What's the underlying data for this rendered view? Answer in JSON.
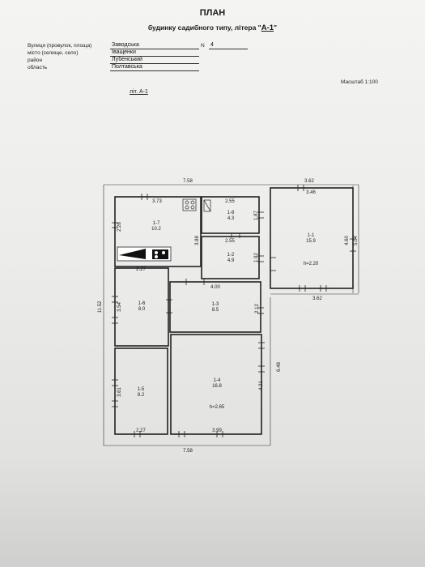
{
  "header": {
    "title": "ПЛАН",
    "subtitle_prefix": "будинку садибного типу, літера \"",
    "subtitle_letter": "А-1",
    "subtitle_suffix": "\""
  },
  "fields": {
    "street_label": "Вулиця (провулок, площа)",
    "street_value": "Заводська",
    "number_label": "N",
    "number_value": "4",
    "city_label": "місто (селище, село)",
    "city_value": "Іващенки",
    "district_label": "район",
    "district_value": "Лубенський",
    "region_label": "область",
    "region_value": "Полтавська"
  },
  "scale": "Масштаб 1:100",
  "plan_label": "літ. А-1",
  "rooms": [
    {
      "id": "1-7",
      "area": "10.2"
    },
    {
      "id": "1-8",
      "area": "4.3"
    },
    {
      "id": "1-2",
      "area": "4.9"
    },
    {
      "id": "1-1",
      "area": "15.9"
    },
    {
      "id": "1-6",
      "area": "8.0"
    },
    {
      "id": "1-3",
      "area": "8.5"
    },
    {
      "id": "1-5",
      "area": "8.2"
    },
    {
      "id": "1-4",
      "area": "16.8"
    }
  ],
  "heights": {
    "h1": "h=2.20",
    "h2": "h=2.65"
  },
  "dimensions": {
    "top_left": "7.58",
    "top_right": "3.62",
    "r17_w": "3.73",
    "r18_w": "2.55",
    "r12_w": "2.55",
    "r11_w": "3.46",
    "r17_h": "2.26",
    "r17_right": "3.88",
    "r18_h": "1.87",
    "r12_h": "1.92",
    "r11_h": "4.60",
    "outer_right": "5.04",
    "r16_w": "2.27",
    "corridor_w": "4.00",
    "r11_bottom": "3.62",
    "outer_left": "11.52",
    "r16_h": "3.54",
    "r13_h": "2.12",
    "right_lower": "6.48",
    "r15_h": "3.61",
    "r14_h": "4.21",
    "r15_w": "2.27",
    "r14_w": "3.99",
    "bottom": "7.58"
  }
}
